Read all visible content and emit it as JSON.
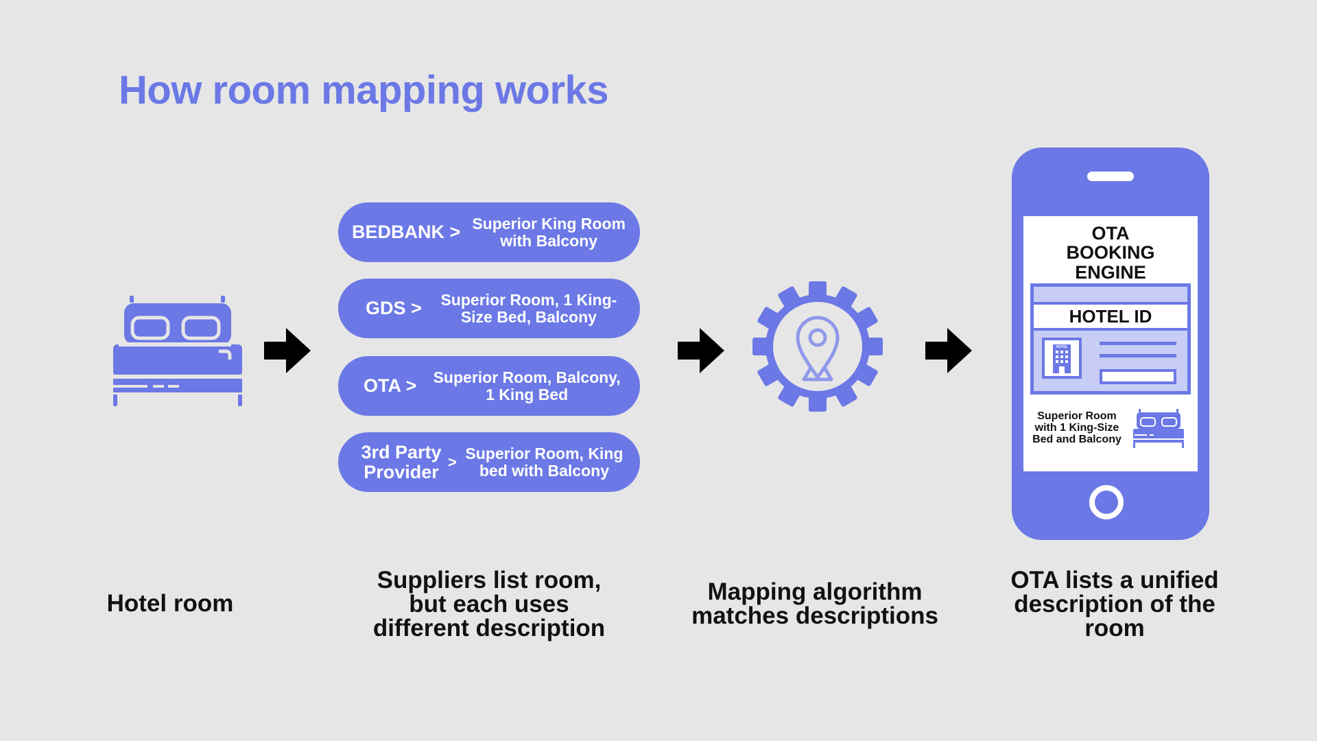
{
  "title": "How room mapping works",
  "accent_color": "#6b78e5",
  "steps": [
    {
      "caption": "Hotel room",
      "icon": "bed-icon"
    },
    {
      "caption": "Suppliers list room, but each uses different description"
    },
    {
      "caption": "Mapping algorithm matches descriptions",
      "icon": "gear-location-icon"
    },
    {
      "caption": "OTA lists a unified description of the room",
      "icon": "smartphone-icon"
    }
  ],
  "suppliers": [
    {
      "source": "BEDBANK >",
      "description": "Superior King Room with Balcony"
    },
    {
      "source": "GDS >",
      "description": "Superior Room, 1 King-Size Bed, Balcony"
    },
    {
      "source": "OTA >",
      "description": "Superior Room, Balcony, 1 King Bed"
    },
    {
      "source": "3rd Party Provider",
      "separator": ">",
      "description": "Superior Room, King bed with Balcony"
    }
  ],
  "phone": {
    "engine_title": "OTA BOOKING ENGINE",
    "hotel_id": "HOTEL ID",
    "hotel_sign": "HOTEL",
    "unified_description": "Superior Room with 1 King-Size Bed and Balcony"
  }
}
